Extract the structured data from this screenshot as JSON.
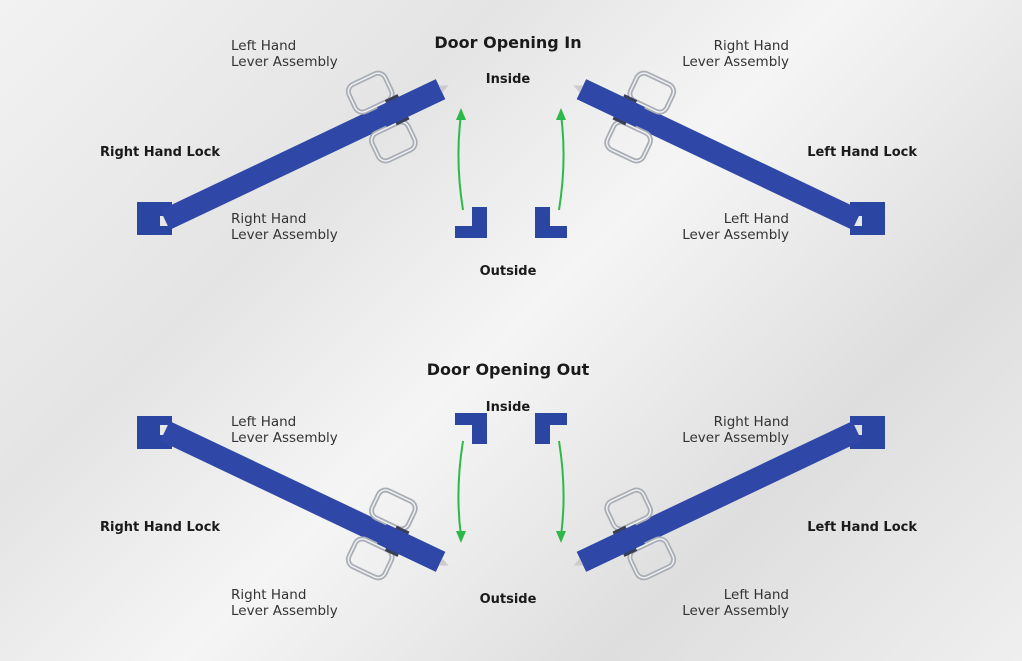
{
  "door_in": {
    "title": "Door Opening In",
    "inside": "Inside",
    "outside": "Outside",
    "left": {
      "lock": "Right Hand Lock",
      "upper_label": [
        "Left Hand",
        "Lever Assembly"
      ],
      "lower_label": [
        "Right Hand",
        "Lever Assembly"
      ]
    },
    "right": {
      "lock": "Left Hand Lock",
      "upper_label": [
        "Right Hand",
        "Lever Assembly"
      ],
      "lower_label": [
        "Left Hand",
        "Lever Assembly"
      ]
    }
  },
  "door_out": {
    "title": "Door Opening Out",
    "inside": "Inside",
    "outside": "Outside",
    "left": {
      "lock": "Right Hand Lock",
      "upper_label": [
        "Left Hand",
        "Lever Assembly"
      ],
      "lower_label": [
        "Right Hand",
        "Lever Assembly"
      ]
    },
    "right": {
      "lock": "Left Hand Lock",
      "upper_label": [
        "Right Hand",
        "Lever Assembly"
      ],
      "lower_label": [
        "Left Hand",
        "Lever Assembly"
      ]
    }
  },
  "colors": {
    "door": "#2f48a8",
    "arrow": "#2db84a"
  }
}
